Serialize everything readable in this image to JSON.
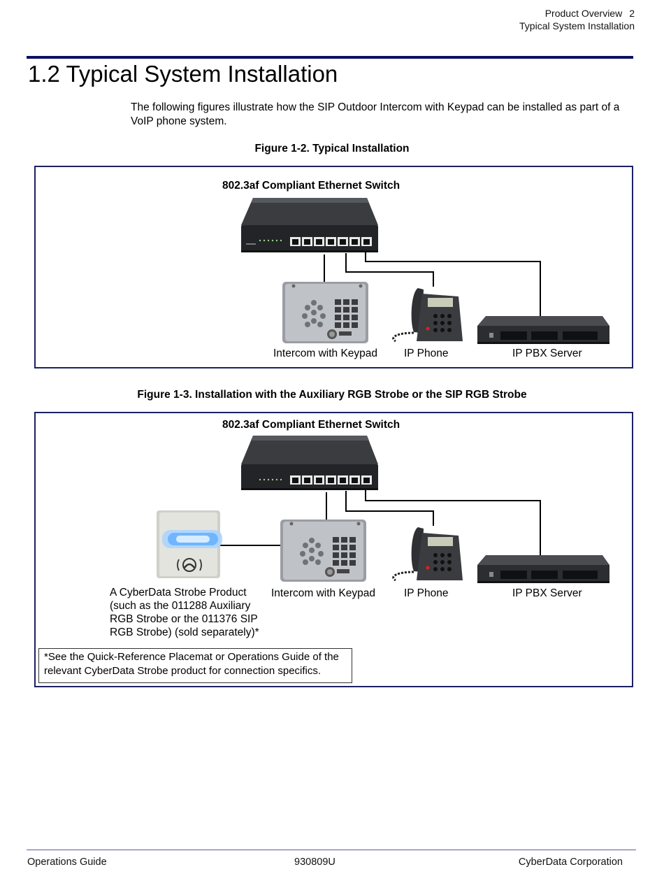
{
  "header": {
    "section": "Product Overview",
    "page_number": "2",
    "subsection": "Typical System Installation"
  },
  "heading": "1.2 Typical System Installation",
  "intro": "The following figures illustrate how the SIP Outdoor Intercom with Keypad can be installed as part of a VoIP phone system.",
  "figure1": {
    "caption": "Figure 1-2. Typical Installation",
    "switch_label": "802.3af Compliant Ethernet Switch",
    "intercom_label": "Intercom with Keypad",
    "phone_label": "IP Phone",
    "pbx_label": "IP PBX Server"
  },
  "figure2": {
    "caption": "Figure 1-3. Installation with the Auxiliary RGB Strobe or the SIP RGB Strobe",
    "switch_label": "802.3af Compliant Ethernet Switch",
    "intercom_label": "Intercom with Keypad",
    "phone_label": "IP Phone",
    "pbx_label": "IP PBX Server",
    "strobe_label_lines": [
      "A CyberData Strobe Product",
      "(such as the 011288 Auxiliary",
      "RGB Strobe or the 011376 SIP",
      "RGB Strobe) (sold separately)*"
    ],
    "note_lines": [
      "*See the Quick-Reference Placemat or Operations Guide of the",
      "relevant CyberData Strobe product for connection specifics."
    ]
  },
  "footer": {
    "left": "Operations Guide",
    "center": "930809U",
    "right": "CyberData Corporation"
  },
  "colors": {
    "rule": "#0b1060",
    "frame": "#1d2161",
    "device_dark": "#2b2d30",
    "strobe_glow": "#6fb6ff"
  },
  "icons": [
    "ethernet-switch-icon",
    "intercom-keypad-icon",
    "ip-phone-icon",
    "ip-pbx-server-icon",
    "rgb-strobe-icon"
  ]
}
